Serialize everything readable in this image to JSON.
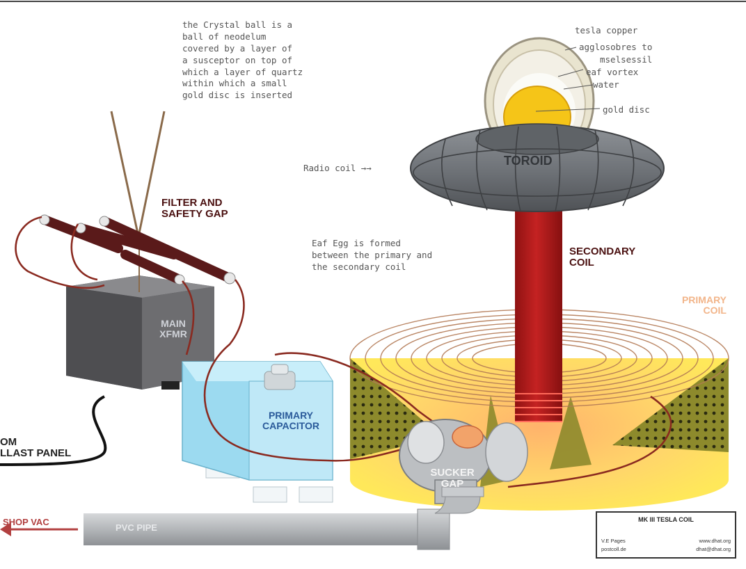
{
  "labels": {
    "crystal_note": "the Crystal ball is a\nball of neodelum\ncovered by a layer of\na susceptor on top of\nwhich a layer of quartz\nwithin which a small\ngold disc is inserted",
    "tesla_copper": "tesla copper",
    "tesla_sub1": "agglosobres to",
    "tesla_sub2": "mselsessil",
    "eaf_vortex": "eaf vortex",
    "water": "water",
    "gold_disc": "gold disc",
    "toroid": "TOROID",
    "radio_coil": "Radio coil →→",
    "filter_gap": "FILTER AND\nSAFETY GAP",
    "egg_note": "Eaf Egg is formed\nbetween the primary and\nthe secondary coil",
    "secondary_coil": "SECONDARY\nCOIL",
    "primary_coil": "PRIMARY\nCOIL",
    "main_xfmr": "MAIN\nXFMR",
    "primary_capacitor": "PRIMARY\nCAPACITOR",
    "ballast_panel": "OM\nLLAST PANEL",
    "sucker_gap": "SUCKER\nGAP",
    "shop_vac": "SHOP VAC",
    "pvc_pipe": "PVC PIPE"
  },
  "legend": {
    "title": "MK III TESLA COIL",
    "cell_tl": "V.E Pages",
    "cell_tr": "www.dhat.org",
    "cell_bl": "postcoll.de",
    "cell_br": "dhat@dhat.org"
  },
  "colors": {
    "toroid": "#6f7378",
    "secondary_coil": "#b81c1c",
    "capacitor": "#aee4f4",
    "transformer": "#6a6a6c",
    "gold_disc": "#f5c518",
    "primary_glow": "#f7e24a",
    "pvc_pipe": "#b9bcbf"
  }
}
